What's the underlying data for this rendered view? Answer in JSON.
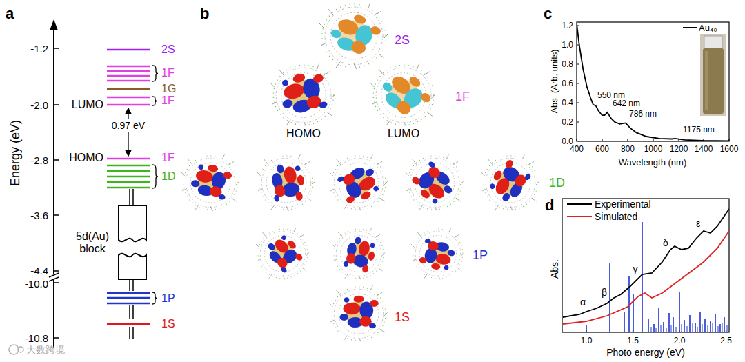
{
  "diagram": {
    "labels": [
      "a",
      "Energy (eV)",
      "-1.2",
      "-2.0",
      "-2.8",
      "-3.6",
      "-4.4",
      "-10.0",
      "-10.8",
      "2S",
      "1F",
      "1G",
      "1F",
      "LUMO",
      "0.97 eV",
      "HOMO",
      "1F",
      "1D",
      "5d(Au) block",
      "1P",
      "1S",
      "b",
      "2S",
      "HOMO",
      "LUMO",
      "1F",
      "1D",
      "1P",
      "1S",
      "c",
      "Abs. (Arb. units)",
      "1.2",
      "1.0",
      "0.8",
      "0.6",
      "0.4",
      "0.2",
      "0.0",
      "400",
      "600",
      "800",
      "1000",
      "1200",
      "1400",
      "1600",
      "Wavelength (nm)",
      "550 nm",
      "642 nm",
      "786 nm",
      "1175 nm",
      "d",
      "Abs.",
      "α",
      "β",
      "γ",
      "δ",
      "ε",
      "1.0",
      "1.5",
      "2.0",
      "2.5",
      "Photo energy (eV)",
      "大数跨境"
    ],
    "legend": [
      {
        "text": "Au₄₀"
      },
      {
        "text": "Experimental"
      },
      {
        "text": "Simulated"
      }
    ]
  }
}
